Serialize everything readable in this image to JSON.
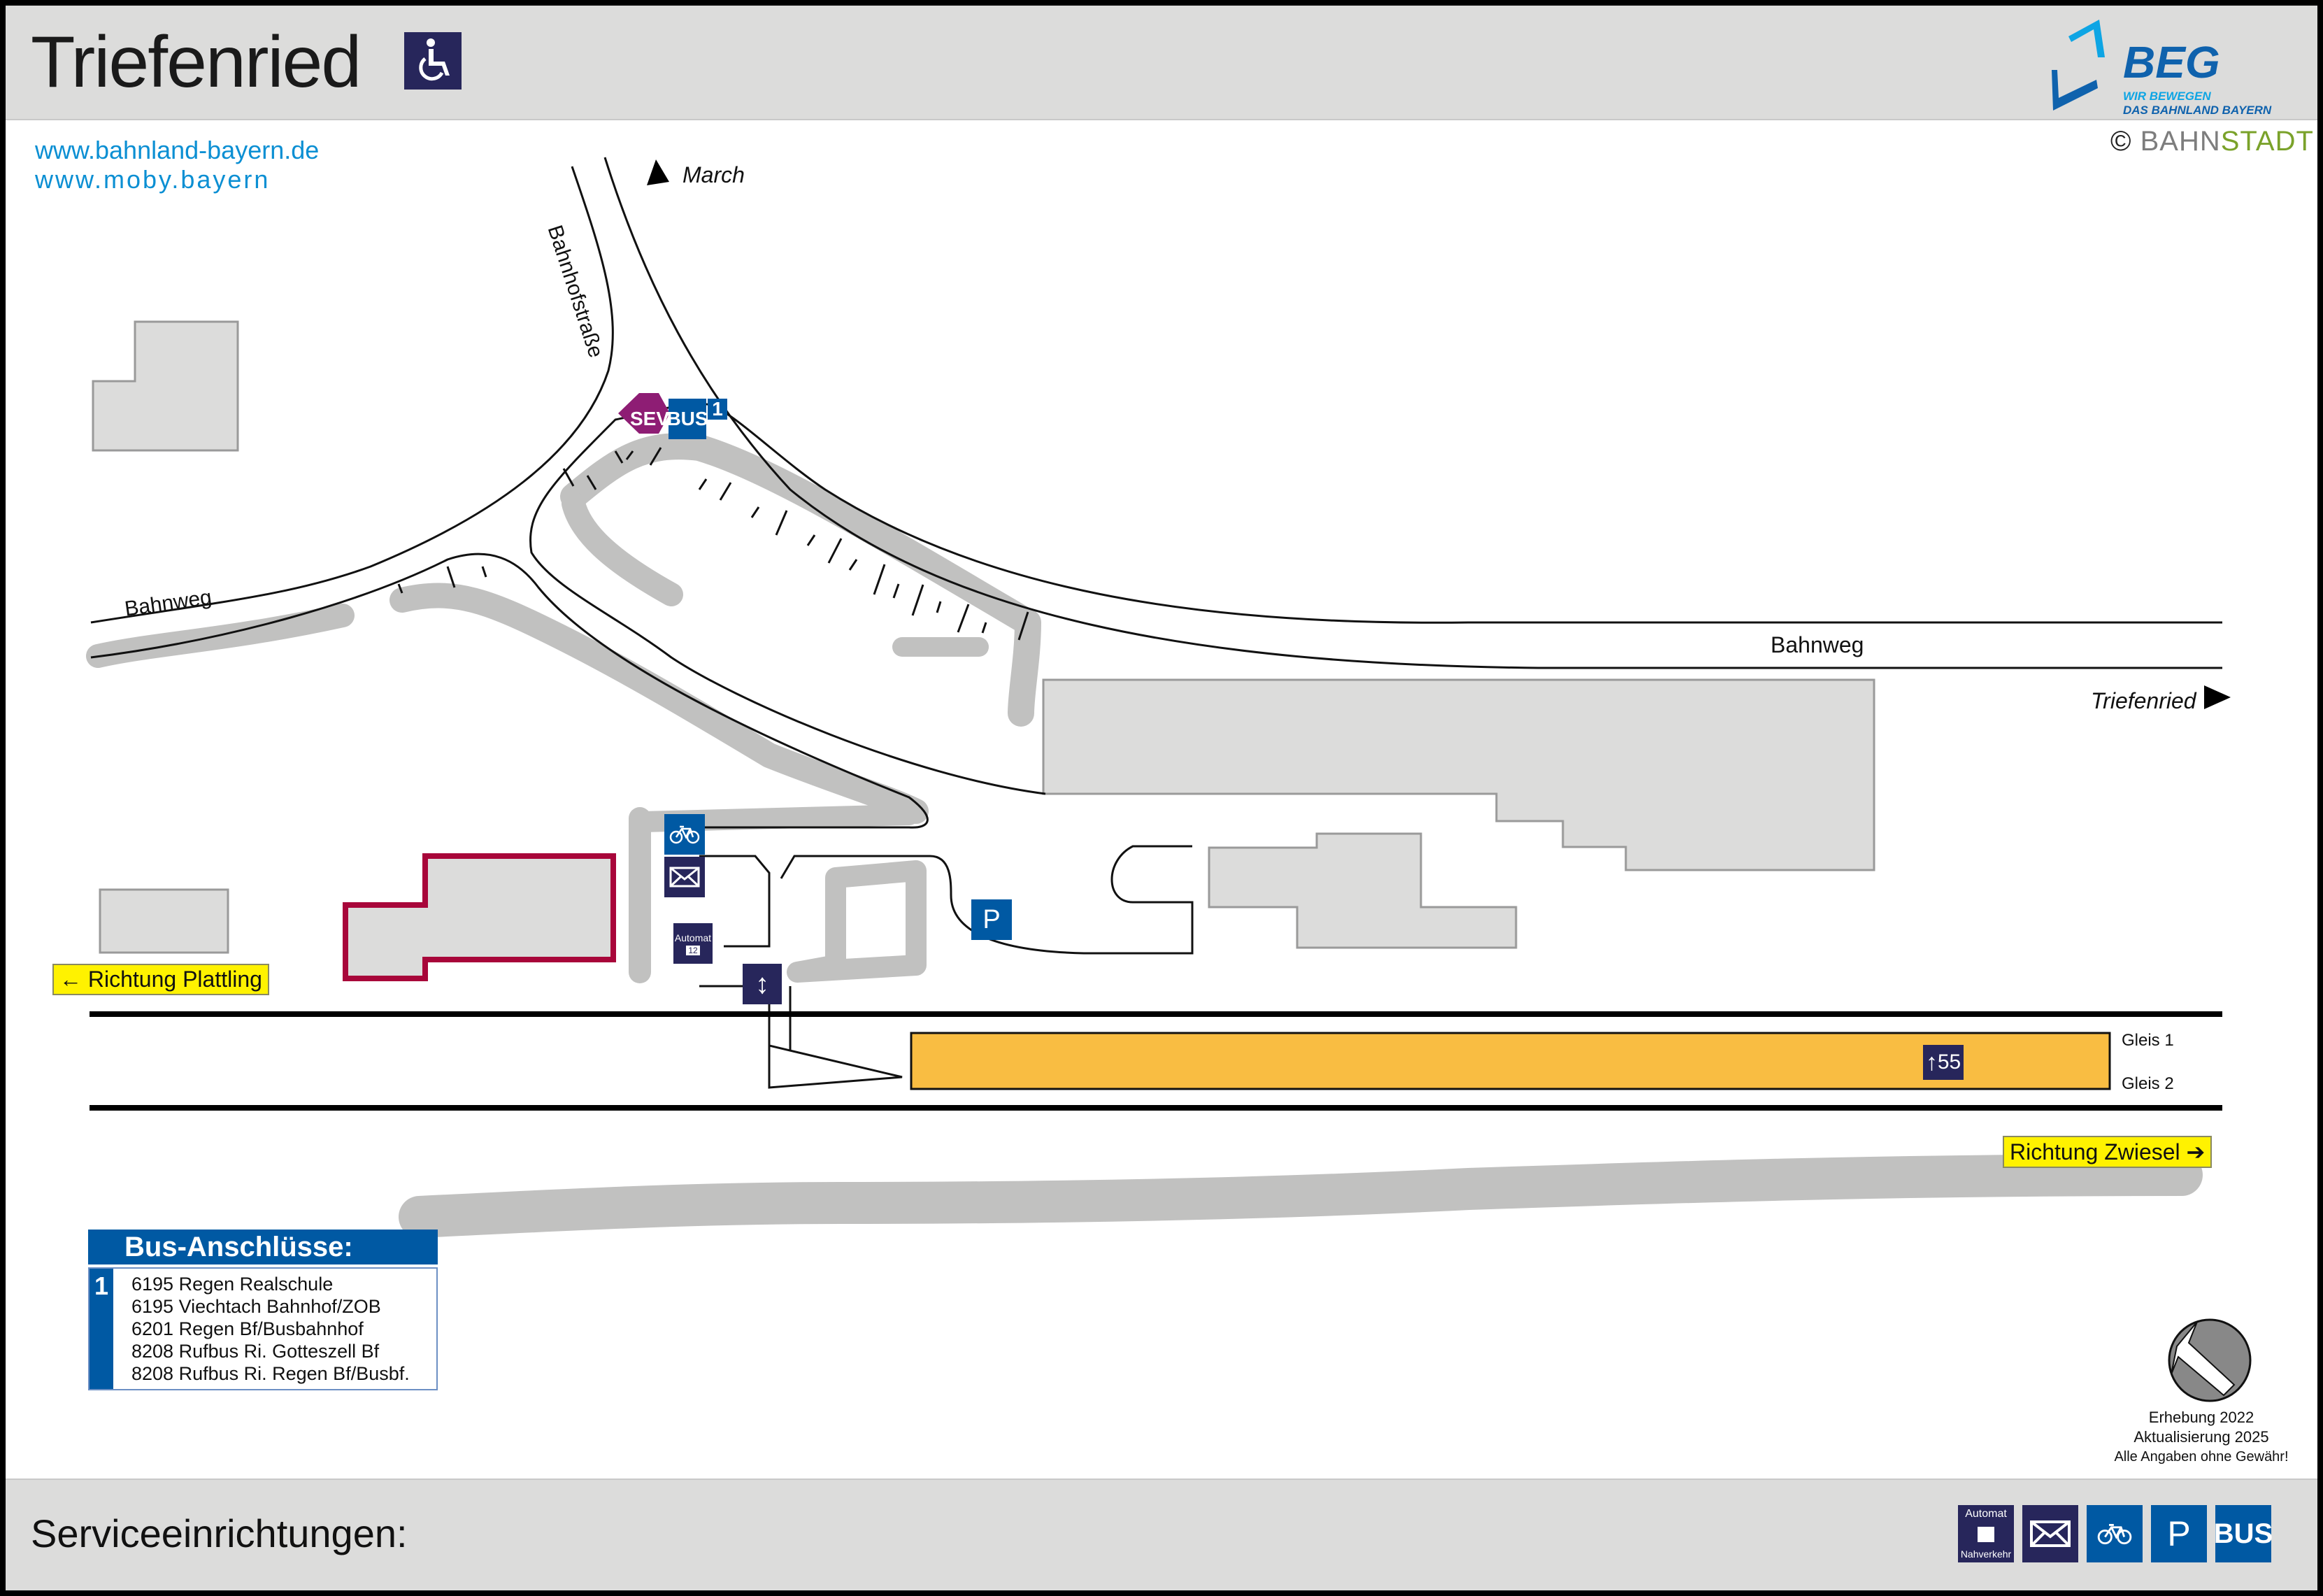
{
  "header": {
    "title": "Triefenried",
    "accessibility_icon": "wheelchair-icon",
    "logo": {
      "word": "BEG",
      "tagline_1": "WIR BEWEGEN",
      "tagline_2": "DAS BAHNLAND BAYERN"
    }
  },
  "links": [
    "www.bahnland-bayern.de",
    "www.moby.bayern"
  ],
  "copyright": {
    "symbol": "©",
    "brand_part1": "BAHN",
    "brand_part2": "STADT"
  },
  "map": {
    "street_labels": {
      "bahnhofstrasse": "Bahnhofstraße",
      "bahnweg_left": "Bahnweg",
      "bahnweg_right": "Bahnweg"
    },
    "destinations": {
      "north": "March",
      "east": "Triefenried"
    },
    "direction_signs": {
      "west": "Richtung Plattling",
      "east": "Richtung Zwiesel"
    },
    "tracks": {
      "gleis_1": "Gleis 1",
      "gleis_2": "Gleis 2"
    },
    "platform_height_sign": {
      "icon": "arrow-up-icon",
      "value": "55"
    },
    "stop_signs": {
      "sev": "SEV",
      "bus": "BUS",
      "bus_stop_number": "1"
    },
    "facility_signs": {
      "bike": "bicycle-icon",
      "mail": "envelope-icon",
      "ticket_machine": "Automat",
      "ticket_machine_numbers": [
        "1",
        "2"
      ],
      "stairs": "up-down-arrow-icon",
      "parking": "P"
    },
    "colors": {
      "platform": "#f9bd42",
      "station_building_outline": "#a8063a",
      "building": "#dcdcdb",
      "greenery": "#c1c1c0",
      "sign_blue": "#0059a3",
      "sign_navy": "#27265b",
      "sev": "#8e1d74",
      "direction_sign": "#fff200"
    }
  },
  "bus_connections": {
    "title": "Bus-Anschlüsse:",
    "stop_number": "1",
    "lines": [
      "6195 Regen Realschule",
      "6195 Viechtach Bahnhof/ZOB",
      "6201 Regen Bf/Busbahnhof",
      "8208 Rufbus Ri. Gotteszell Bf",
      "8208 Rufbus Ri. Regen Bf/Busbf."
    ]
  },
  "survey": {
    "compass_icon": "north-arrow-icon",
    "line_1": "Erhebung 2022",
    "line_2": "Aktualisierung 2025",
    "line_3": "Alle Angaben ohne Gewähr!"
  },
  "footer": {
    "title": "Serviceeinrichtungen:",
    "icons": [
      {
        "name": "ticket-machine-icon",
        "label_top": "Automat",
        "label_bottom": "Nahverkehr"
      },
      {
        "name": "envelope-icon"
      },
      {
        "name": "bicycle-icon"
      },
      {
        "name": "parking-icon",
        "label": "P"
      },
      {
        "name": "bus-icon",
        "label": "BUS"
      }
    ]
  }
}
